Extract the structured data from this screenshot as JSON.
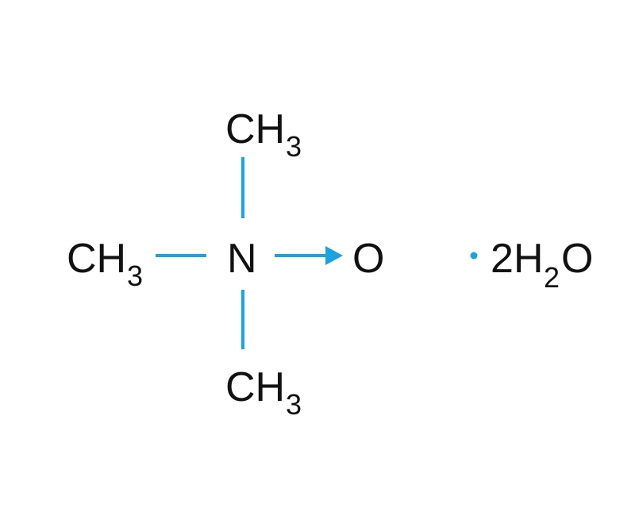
{
  "molecule": {
    "top_group": {
      "main": "CH",
      "sub": "3"
    },
    "left_group": {
      "main": "CH",
      "sub": "3"
    },
    "bottom_group": {
      "main": "CH",
      "sub": "3"
    },
    "center_atom": "N",
    "oxygen": "O",
    "hydrate": {
      "coef": "2",
      "h": "H",
      "sub": "2",
      "o": "O"
    }
  },
  "colors": {
    "bond": "#1aa3e0",
    "text": "#111111"
  }
}
